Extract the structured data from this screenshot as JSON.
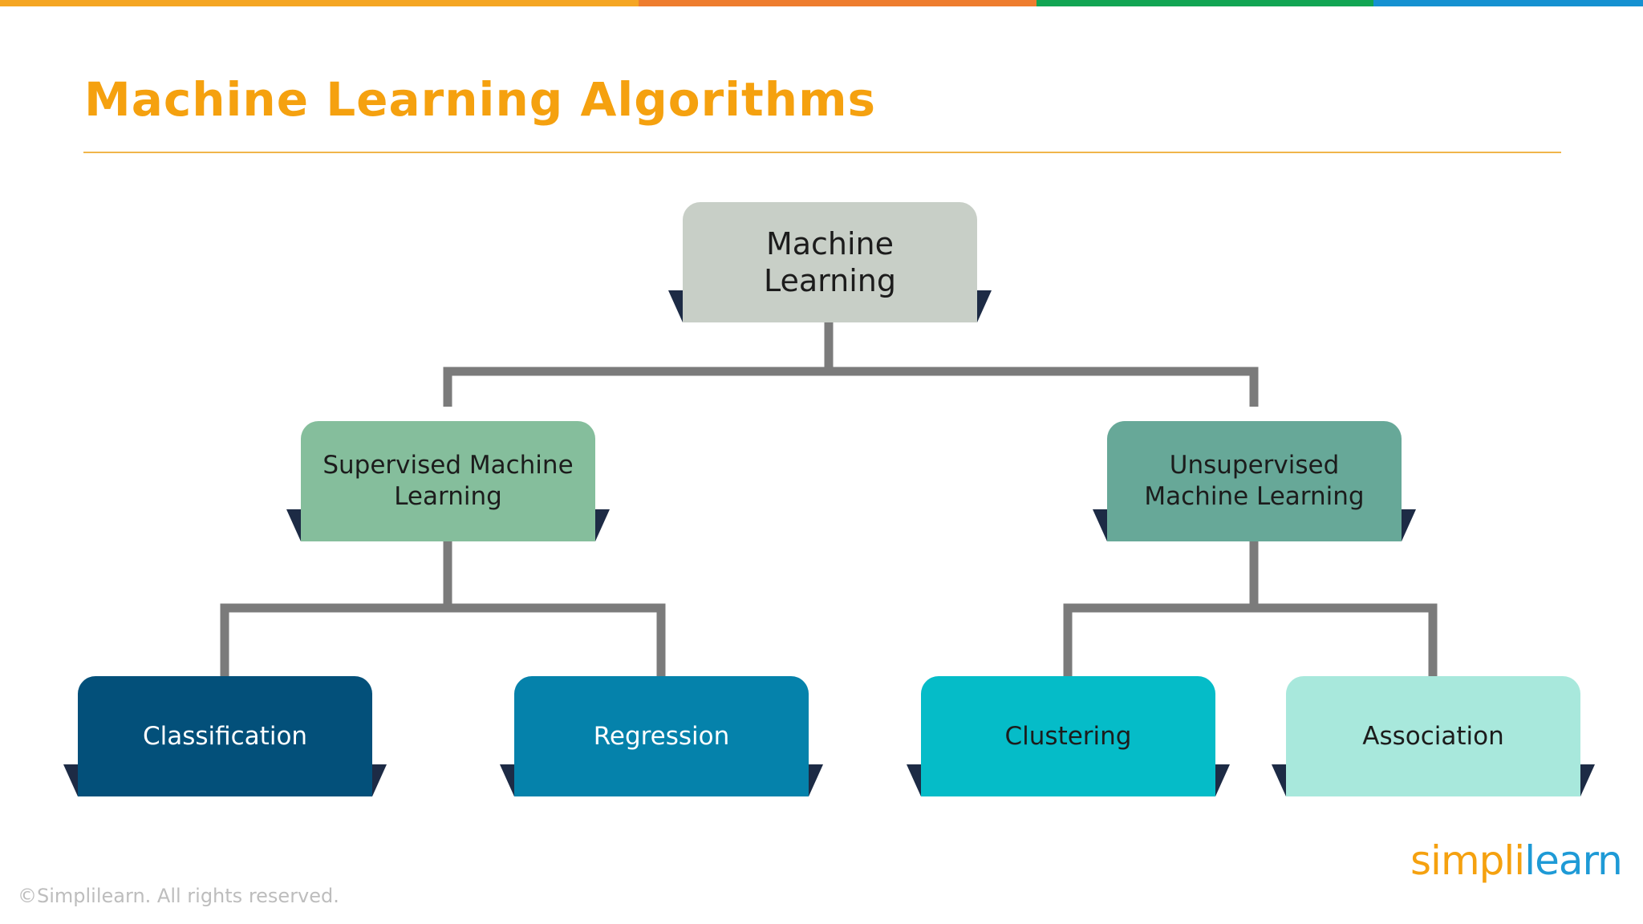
{
  "title": "Machine Learning Algorithms",
  "colors": {
    "title": "#f5a10f",
    "title_rule": "#f0b54a",
    "connector": "#7b7b7b",
    "fold": "#1d2b45",
    "copyright": "#bdbdbd",
    "logo_simpl": "#f5a10f",
    "logo_learn": "#1e9ad6"
  },
  "top_bar": [
    {
      "color": "#f5a623",
      "weight": 796
    },
    {
      "color": "#ee7d2e",
      "weight": 496
    },
    {
      "color": "#12a553",
      "weight": 420
    },
    {
      "color": "#1691d1",
      "weight": 336
    }
  ],
  "tree": {
    "root": {
      "label": "Machine Learning",
      "fill": "#c8cfc7",
      "text_color": "#1c1c1c"
    },
    "branches": [
      {
        "label": "Supervised Machine Learning",
        "fill": "#85be9c",
        "text_color": "#1c1c1c",
        "children": [
          {
            "label": "Classification",
            "fill": "#03507a",
            "text_color": "#ffffff"
          },
          {
            "label": "Regression",
            "fill": "#0582ab",
            "text_color": "#ffffff"
          }
        ]
      },
      {
        "label": "Unsupervised Machine Learning",
        "fill": "#67a898",
        "text_color": "#1c1c1c",
        "children": [
          {
            "label": "Clustering",
            "fill": "#05bcc8",
            "text_color": "#1c1c1c"
          },
          {
            "label": "Association",
            "fill": "#a8e8dc",
            "text_color": "#1c1c1c"
          }
        ]
      }
    ]
  },
  "footer": {
    "copyright": "©Simplilearn. All rights reserved.",
    "logo_simpl": "simpl",
    "logo_i": "i",
    "logo_learn": "learn"
  }
}
